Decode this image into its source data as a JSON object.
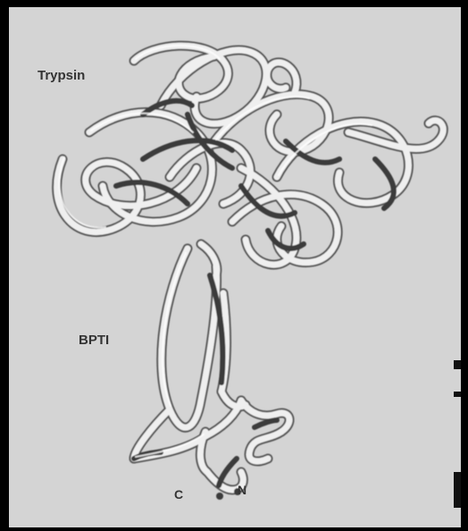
{
  "labels": {
    "trypsin": "Trypsin",
    "bpti": "BPTI",
    "c_terminus": "C",
    "n_terminus": "N"
  },
  "colors": {
    "background": "#d4d4d4",
    "tube_light": "#f2f2f2",
    "tube_dark": "#3a3a3a",
    "tube_mid": "#9a9a9a",
    "label_text": "#333333"
  }
}
